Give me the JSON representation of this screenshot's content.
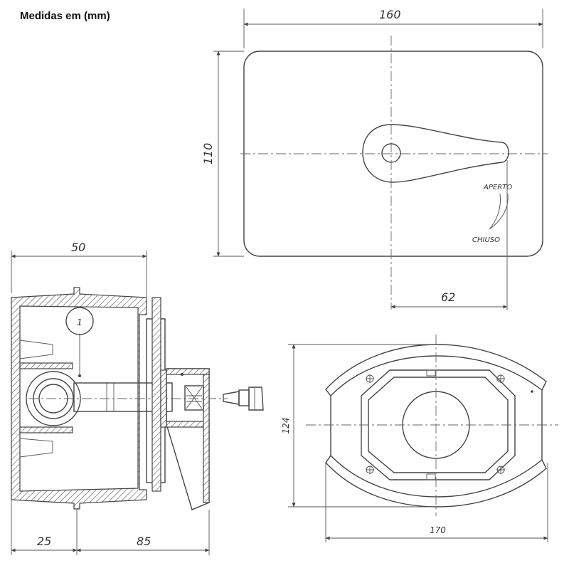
{
  "header": {
    "title": "Medidas em (mm)"
  },
  "front_view": {
    "width_label": "160",
    "height_label": "110",
    "offset_label": "62",
    "open_label": "APERTO",
    "closed_label": "CHIUSO"
  },
  "side_view": {
    "depth_label": "50",
    "callout_number": "1",
    "left_dim_label": "25",
    "right_dim_label": "85"
  },
  "rear_view": {
    "height_label": "124",
    "width_label": "170"
  },
  "colors": {
    "line": "#444444",
    "background": "#ffffff"
  }
}
